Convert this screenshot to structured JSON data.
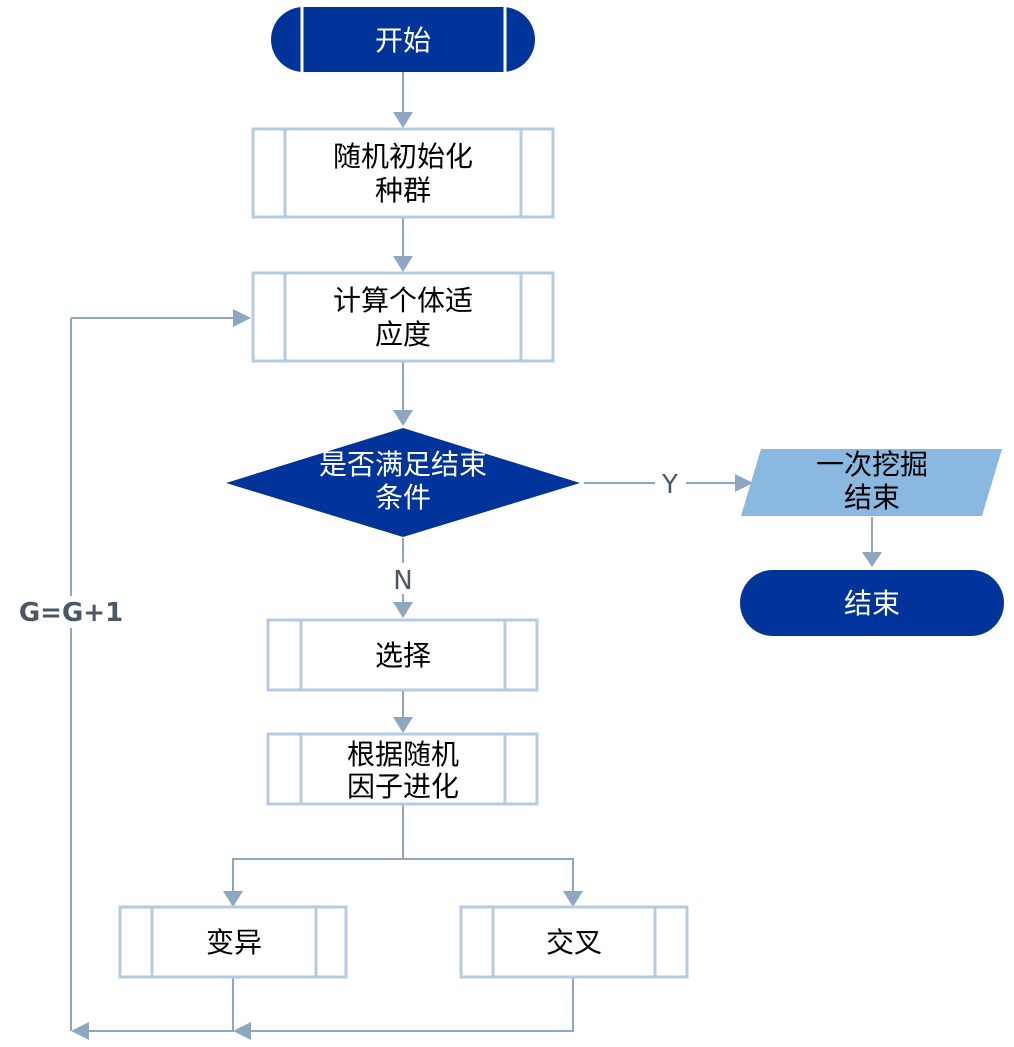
{
  "colors": {
    "dark_blue": "#00349A",
    "light_blue_fill": "#8AB8E0",
    "process_border": "#B4CBE2",
    "process_fill": "#FFFFFF",
    "connector": "#8DA7C0",
    "label": "#4A5866",
    "text_dark": "#000000",
    "text_light": "#FFFFFF"
  },
  "nodes": {
    "start": {
      "type": "terminator",
      "lines": [
        "开始"
      ]
    },
    "init_population": {
      "type": "predefined-process",
      "lines": [
        "随机初始化",
        "种群"
      ]
    },
    "compute_fitness": {
      "type": "predefined-process",
      "lines": [
        "计算个体适",
        "应度"
      ]
    },
    "check_termination": {
      "type": "decision",
      "lines": [
        "是否满足结束",
        "条件"
      ]
    },
    "mining_end": {
      "type": "data",
      "lines": [
        "一次挖掘",
        "结束"
      ]
    },
    "end": {
      "type": "terminator",
      "lines": [
        "结束"
      ]
    },
    "selection": {
      "type": "predefined-process",
      "lines": [
        "选择"
      ]
    },
    "evolve_by_random_factor": {
      "type": "predefined-process",
      "lines": [
        "根据随机",
        "因子进化"
      ]
    },
    "mutation": {
      "type": "predefined-process",
      "lines": [
        "变异"
      ]
    },
    "crossover": {
      "type": "predefined-process",
      "lines": [
        "交叉"
      ]
    }
  },
  "edge_labels": {
    "yes": "Y",
    "no": "N",
    "loop": "G=G+1"
  },
  "edges": [
    {
      "from": "start",
      "to": "init_population"
    },
    {
      "from": "init_population",
      "to": "compute_fitness"
    },
    {
      "from": "compute_fitness",
      "to": "check_termination"
    },
    {
      "from": "check_termination",
      "to": "mining_end",
      "label": "Y"
    },
    {
      "from": "mining_end",
      "to": "end"
    },
    {
      "from": "check_termination",
      "to": "selection",
      "label": "N"
    },
    {
      "from": "selection",
      "to": "evolve_by_random_factor"
    },
    {
      "from": "evolve_by_random_factor",
      "to": "mutation"
    },
    {
      "from": "evolve_by_random_factor",
      "to": "crossover"
    },
    {
      "from": "crossover",
      "to": "mutation_merge"
    },
    {
      "from": "mutation",
      "to": "compute_fitness",
      "label": "G=G+1"
    }
  ]
}
